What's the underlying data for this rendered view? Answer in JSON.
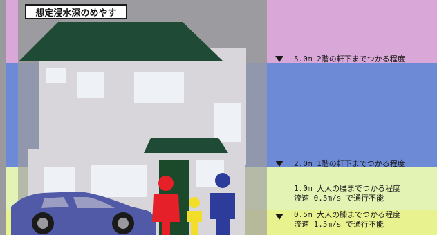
{
  "title": "想定浸水深のめやす",
  "levels": [
    {
      "marker": "▼",
      "lines": [
        "5.0m 2階の軒下までつかる程度"
      ]
    },
    {
      "marker": "▼",
      "lines": [
        "2.0m 1階の軒下までつかる程度"
      ]
    },
    {
      "marker": "",
      "lines": [
        "1.0m 大人の腰までつかる程度",
        "流速 0.5m/s で通行不能"
      ]
    },
    {
      "marker": "▼",
      "lines": [
        "0.5m 大人の膝までつかる程度",
        "流速 1.5m/s で通行不能"
      ]
    }
  ],
  "colors": {
    "band_5m": "#d9a7d8",
    "band_2m": "#6d8ad6",
    "band_1m": "#e2f3b4",
    "band_05m": "#e8f28f",
    "house_wall": "#d8d6da",
    "house_roof": "#1f4b36",
    "door": "#1a4a2a",
    "window": "#eef1f5",
    "car": "#505aa6",
    "person_adult_red": "#e52029",
    "person_child_yellow": "#f2de28",
    "person_adult_blue": "#2d3c9a",
    "background_left_gray": "#9a9a9e"
  },
  "icons": [
    "house-illustration",
    "car-illustration",
    "adult-red-figure",
    "child-yellow-figure",
    "adult-blue-figure",
    "triangle-marker"
  ]
}
